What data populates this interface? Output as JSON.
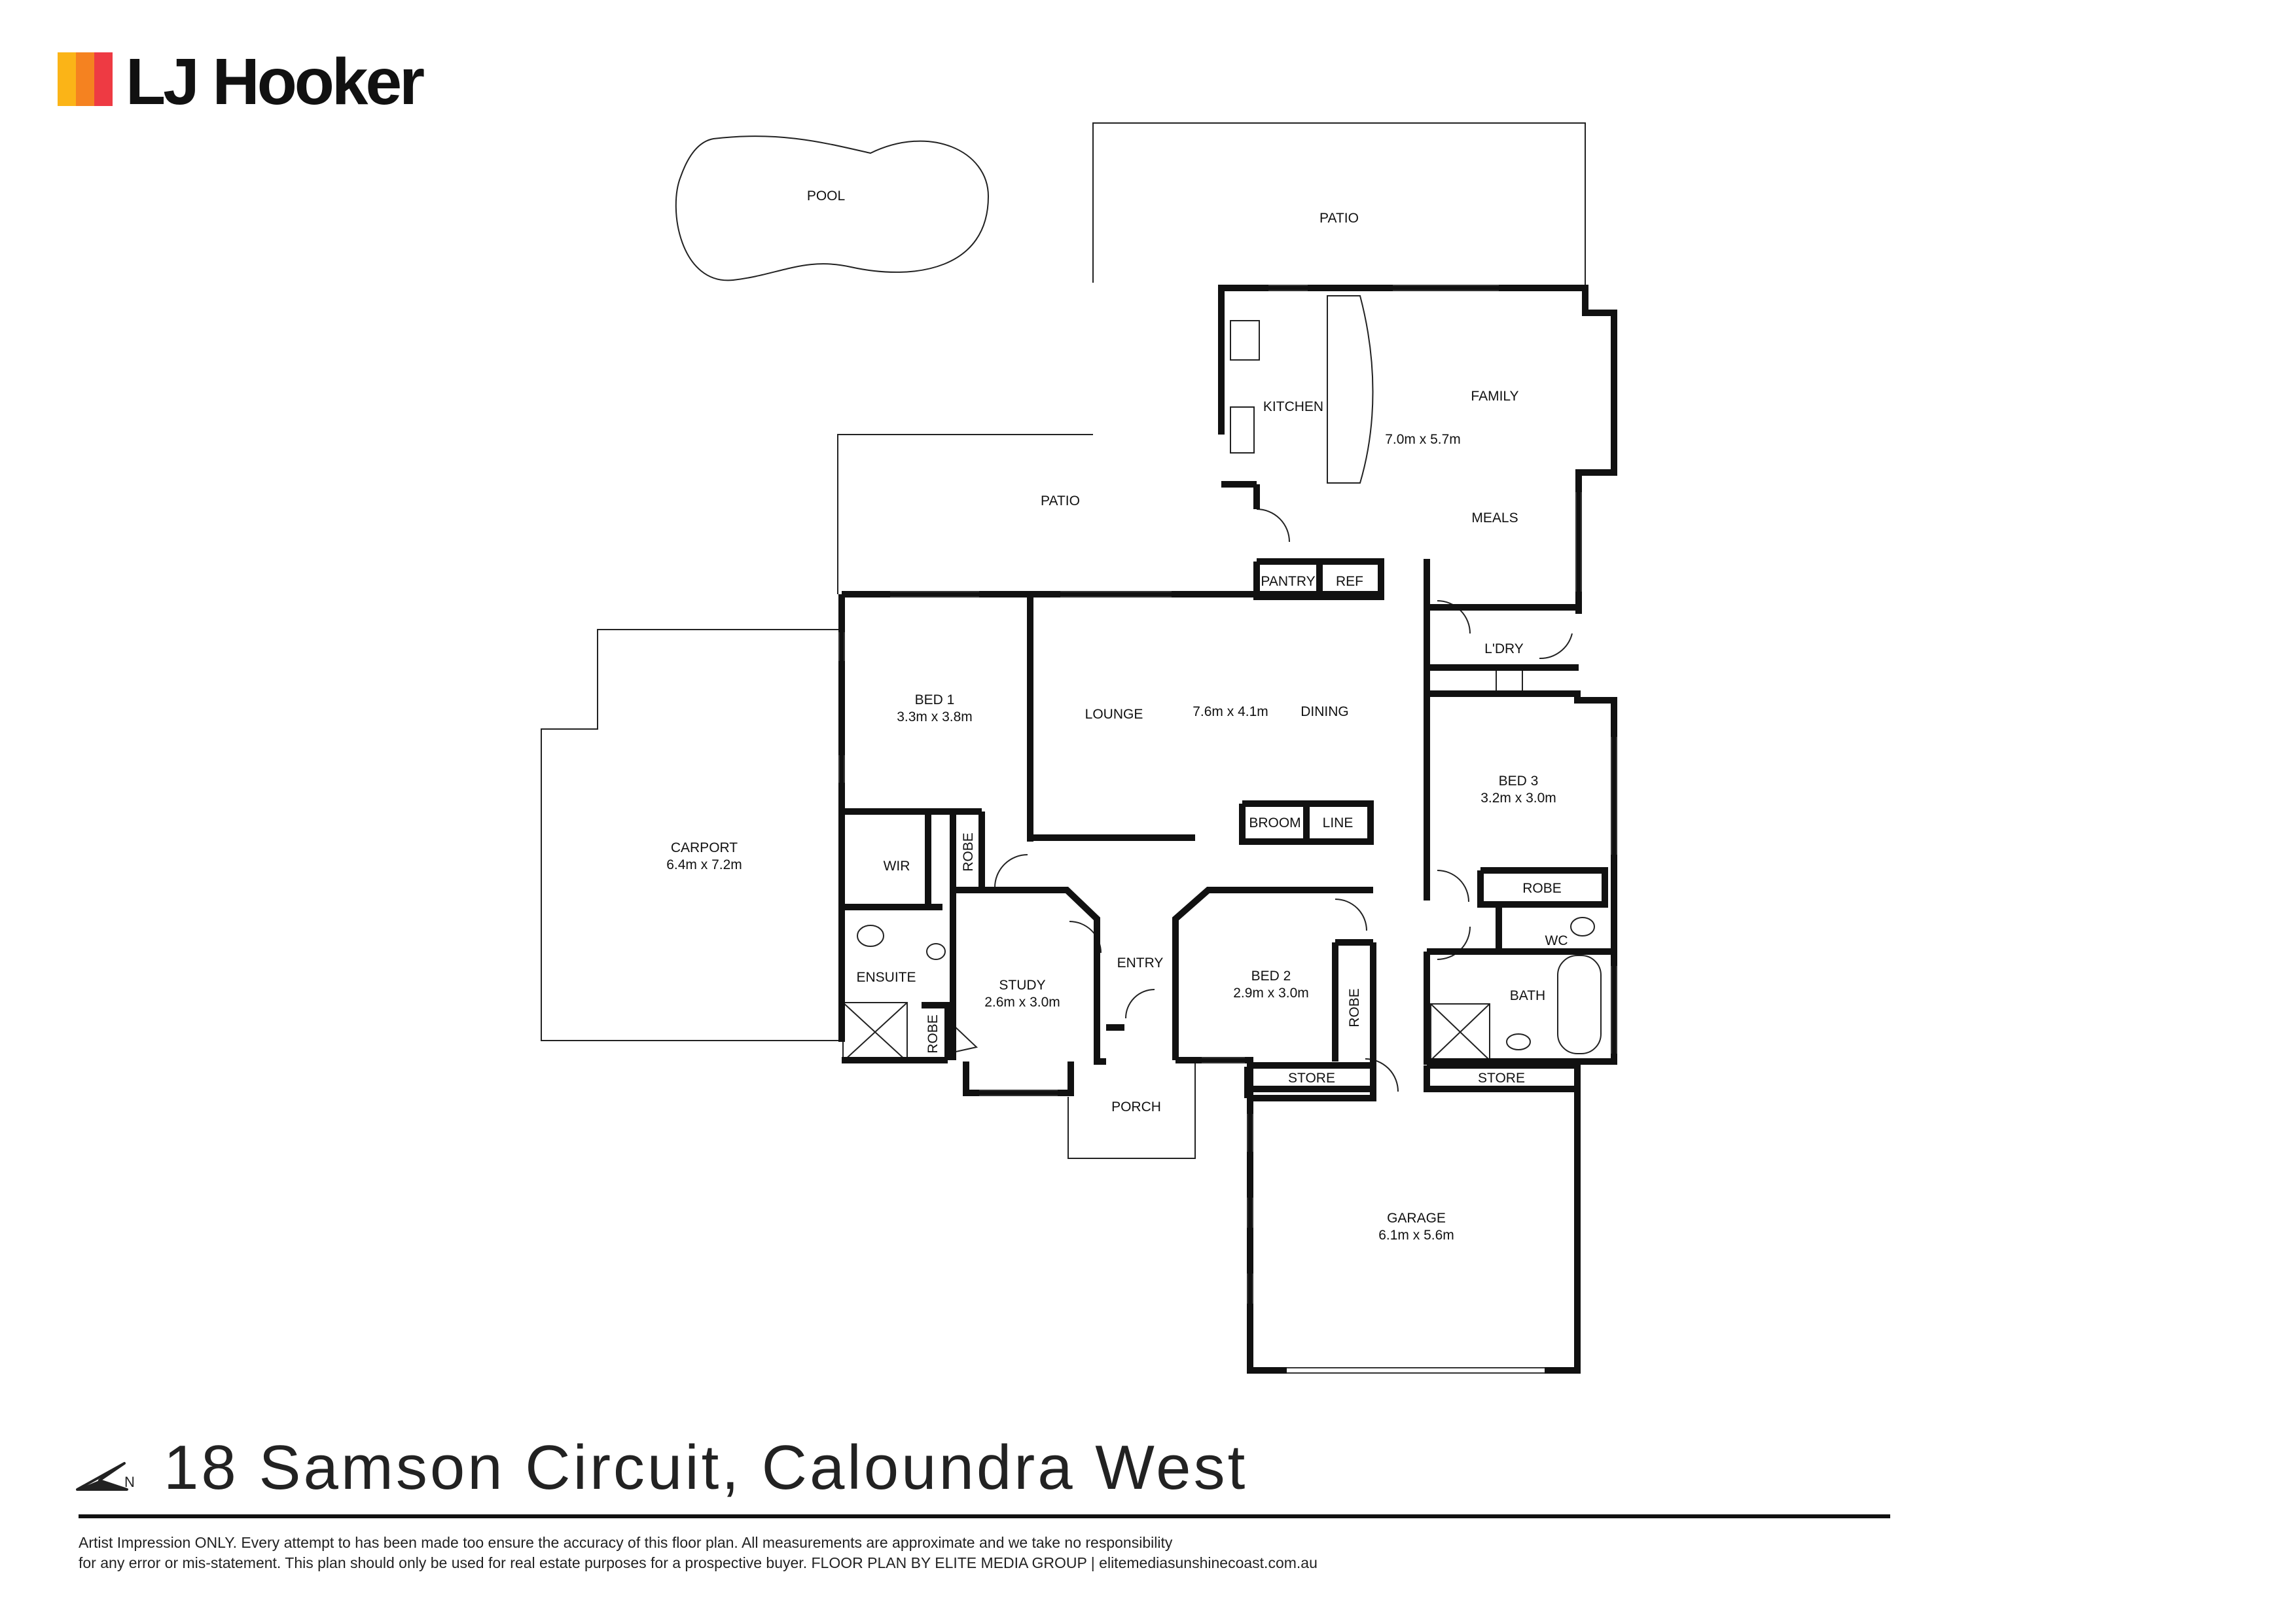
{
  "brand": {
    "name": "LJ Hooker",
    "colors": [
      "#fbb417",
      "#f58220",
      "#ee3a43"
    ]
  },
  "rooms": {
    "pool": "POOL",
    "patio_top": "PATIO",
    "patio_left": "PATIO",
    "kitchen": "KITCHEN",
    "family": "FAMILY",
    "kitchen_family_dims": "7.0m x 5.7m",
    "meals": "MEALS",
    "pantry": "PANTRY",
    "ref": "REF",
    "laundry": "L'DRY",
    "bed1": "BED 1",
    "bed1_dims": "3.3m x 3.8m",
    "lounge": "LOUNGE",
    "lounge_dining_dims": "7.6m x 4.1m",
    "dining": "DINING",
    "broom": "BROOM",
    "line": "LINE",
    "bed3": "BED 3",
    "bed3_dims": "3.2m x 3.0m",
    "robe_bed3": "ROBE",
    "wc": "WC",
    "carport": "CARPORT",
    "carport_dims": "6.4m x 7.2m",
    "wir": "WIR",
    "robe_bed1": "ROBE",
    "ensuite": "ENSUITE",
    "robe_study": "ROBE",
    "study": "STUDY",
    "study_dims": "2.6m x 3.0m",
    "entry": "ENTRY",
    "bed2": "BED 2",
    "bed2_dims": "2.9m x 3.0m",
    "robe_bed2": "ROBE",
    "bath": "BATH",
    "porch": "PORCH",
    "store_left": "STORE",
    "store_right": "STORE",
    "garage": "GARAGE",
    "garage_dims": "6.1m x 5.6m"
  },
  "address": "18 Samson Circuit, Caloundra West",
  "disclaimer": [
    "Artist Impression ONLY. Every attempt to has been made too ensure the accuracy of this floor plan. All measurements are approximate and we take no responsibility",
    "for any error or mis-statement. This plan should only be used for real estate purposes for a prospective buyer. FLOOR PLAN BY ELITE MEDIA GROUP | elitemediasunshinecoast.com.au"
  ]
}
